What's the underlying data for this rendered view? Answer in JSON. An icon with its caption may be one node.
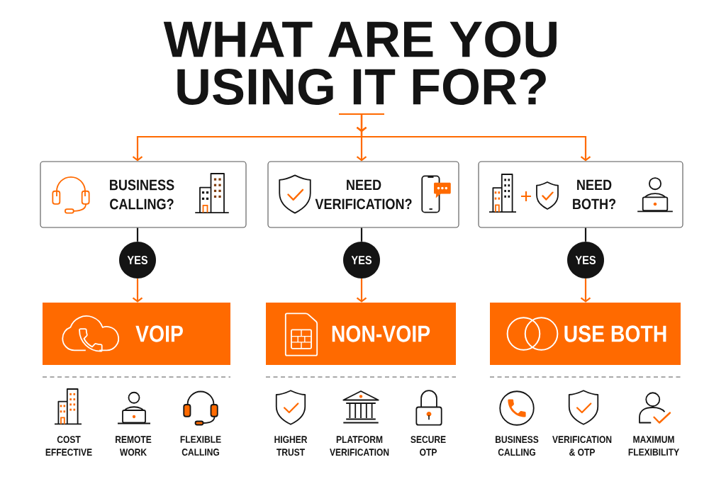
{
  "diagram": {
    "nodes": [
      {
        "text": [
          "WHAT ARE YOU USING IT FOR?"
        ]
      },
      {
        "text": [
          "BUSINESS CALLING?"
        ]
      },
      {
        "text": [
          "NEED VERIFICATION?"
        ]
      },
      {
        "text": [
          "NEED BOTH?"
        ]
      },
      {
        "text": [
          "YES"
        ]
      },
      {
        "text": [
          "YES"
        ]
      },
      {
        "text": [
          "YES"
        ]
      },
      {
        "text": [
          "VOIP"
        ]
      },
      {
        "text": [
          "NON-VOIP"
        ]
      },
      {
        "text": [
          "USE BOTH"
        ]
      }
    ],
    "edges": [
      {
        "from": 0,
        "to": 1,
        "arrow": "to"
      },
      {
        "from": 0,
        "to": 2,
        "arrow": "to"
      },
      {
        "from": 0,
        "to": 3,
        "arrow": "to"
      },
      {
        "from": 1,
        "to": 4,
        "arrow": "none",
        "color": "#141414"
      },
      {
        "from": 2,
        "to": 5,
        "arrow": "none",
        "color": "#141414"
      },
      {
        "from": 3,
        "to": 6,
        "arrow": "none",
        "color": "#141414"
      },
      {
        "from": 4,
        "to": 7,
        "arrow": "to"
      },
      {
        "from": 5,
        "to": 8,
        "arrow": "to"
      },
      {
        "from": 6,
        "to": 9,
        "arrow": "to"
      }
    ],
    "labels": [
      "COST EFFECTIVE",
      "REMOTE WORK",
      "FLEXIBLE CALLING",
      "HIGHER TRUST",
      "PLATFORM VERIFICATION",
      "SECURE OTP",
      "BUSINESS CALLING",
      "VERIFICATION & OTP",
      "MAXIMUM FLEXIBILITY"
    ]
  }
}
